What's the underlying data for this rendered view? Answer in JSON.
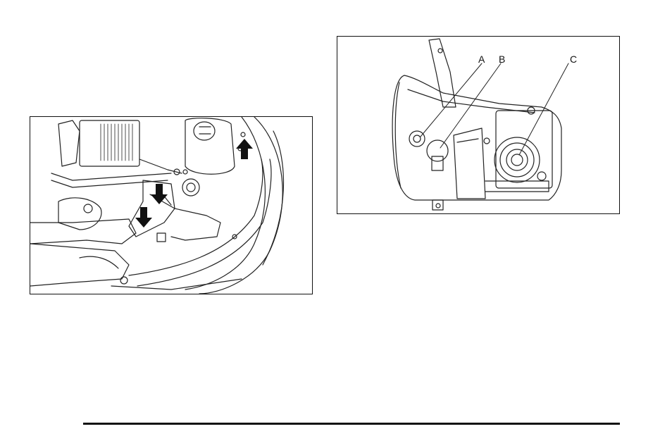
{
  "figure_left": {
    "icon": "headlamp-removal-arrows-illustration"
  },
  "figure_right": {
    "icon": "headlamp-bulb-locations-illustration",
    "callouts": {
      "a": "A",
      "b": "B",
      "c": "C"
    }
  }
}
